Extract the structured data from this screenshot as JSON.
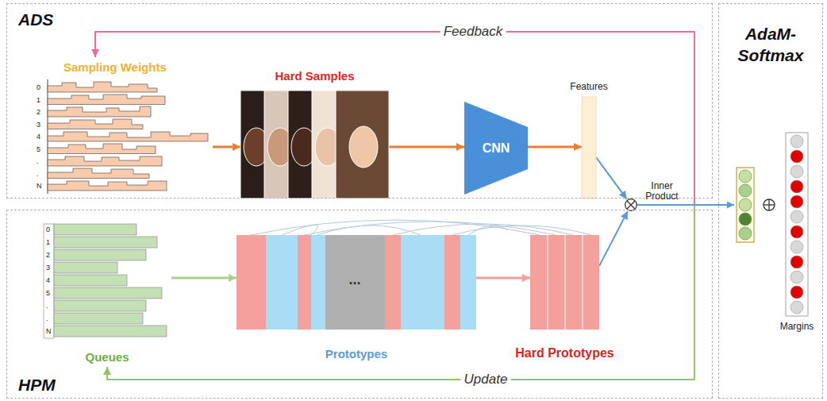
{
  "diagram": {
    "nodes": [
      {
        "text": [
          "ADS"
        ]
      },
      {
        "text": [
          "Sampling Weights"
        ],
        "in": 0
      },
      {
        "text": [
          "Hard Samples"
        ],
        "in": 0
      },
      {
        "text": [
          "CNN"
        ],
        "in": 0
      },
      {
        "text": [
          "Features"
        ],
        "in": 0
      },
      {
        "text": [
          "Inner Product"
        ]
      },
      {
        "text": [
          "HPM"
        ]
      },
      {
        "text": [
          "Queues"
        ],
        "in": 6
      },
      {
        "text": [
          "Prototypes"
        ],
        "in": 6
      },
      {
        "text": [
          "Hard Prototypes"
        ],
        "in": 6
      },
      {
        "text": [
          "AdaM-Softmax"
        ]
      },
      {
        "text": [
          "Margins"
        ],
        "in": 10
      }
    ],
    "edges": [
      {
        "from": 1,
        "to": 2,
        "arrow": "to"
      },
      {
        "from": 2,
        "to": 3,
        "arrow": "to"
      },
      {
        "from": 3,
        "to": 4,
        "arrow": "to"
      },
      {
        "from": 4,
        "to": 5,
        "arrow": "to"
      },
      {
        "from": 9,
        "to": 5,
        "arrow": "to"
      },
      {
        "from": 7,
        "to": 8,
        "arrow": "to"
      },
      {
        "from": 8,
        "to": 9,
        "arrow": "to"
      },
      {
        "from": 5,
        "to": 1,
        "label": "Feedback",
        "arrow": "to"
      },
      {
        "from": 5,
        "to": 7,
        "label": "Update",
        "arrow": "to"
      }
    ],
    "labels": [
      "0",
      "1",
      "2",
      "3",
      "4",
      "5",
      ".",
      ".",
      "N",
      "0",
      "1",
      "2",
      "3",
      "4",
      "5",
      ".",
      ".",
      "N",
      "..."
    ]
  }
}
